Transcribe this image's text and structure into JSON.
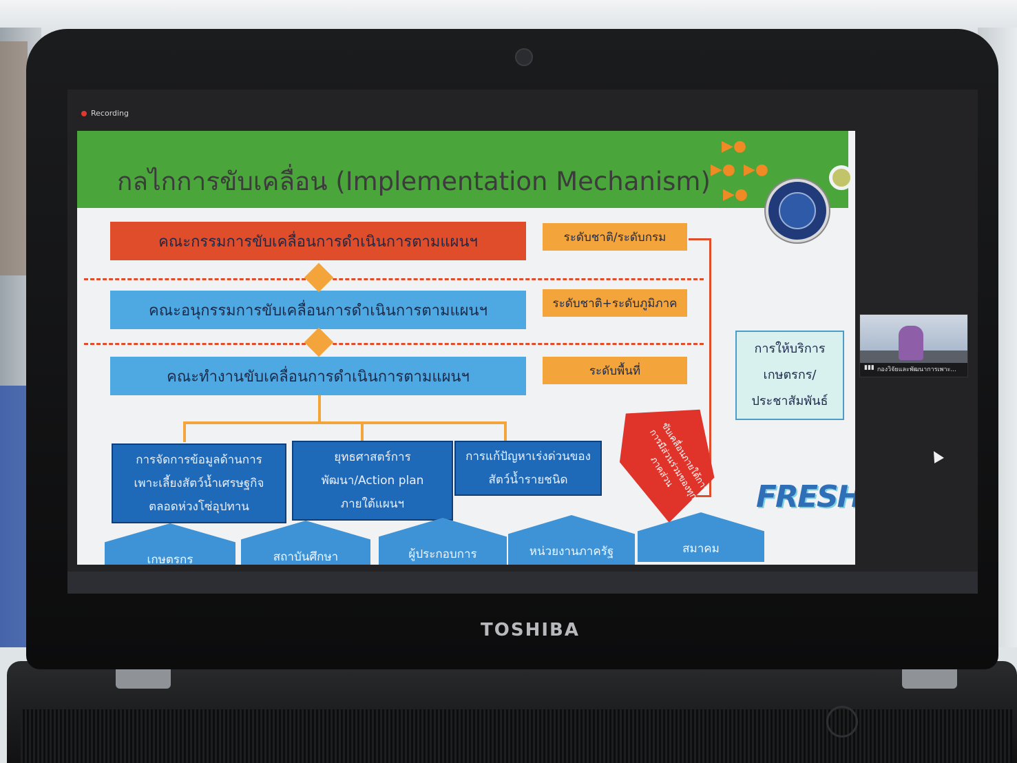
{
  "meeting": {
    "recording_label": "Recording",
    "participant_label": "กองวิจัยและพัฒนาการเพาะ..."
  },
  "slide": {
    "title": "กลไกการขับเคลื่อน (Implementation Mechanism)",
    "committees": [
      "คณะกรรมการขับเคลื่อนการดำเนินการตามแผนฯ",
      "คณะอนุกรรมการขับเคลื่อนการดำเนินการตามแผนฯ",
      "คณะทำงานขับเคลื่อนการดำเนินการตามแผนฯ"
    ],
    "levels": [
      "ระดับชาติ/ระดับกรม",
      "ระดับชาติ+ระดับภูมิภาค",
      "ระดับพื้นที่"
    ],
    "tasks": [
      [
        "การจัดการข้อมูลด้านการ",
        "เพาะเลี้ยงสัตว์น้ำเศรษฐกิจ",
        "ตลอดห่วงโซ่อุปทาน"
      ],
      [
        "ยุทธศาสตร์การ",
        "พัฒนา/Action plan",
        "ภายใต้แผนฯ"
      ],
      [
        "การแก้ปัญหาเร่งด่วนของ",
        "สัตว์น้ำรายชนิด"
      ]
    ],
    "service": [
      "การให้บริการ",
      "เกษตรกร/",
      "ประชาสัมพันธ์"
    ],
    "participation": [
      "ขับเคลื่อนภายใต้การ",
      "การมีส่วนร่วมของทุก",
      "ภาคส่วน"
    ],
    "stakeholders": [
      "เกษตรกร",
      "สถาบันศึกษา",
      "ผู้ประกอบการ",
      "หน่วยงานภาครัฐ",
      "สมาคม"
    ],
    "logo_text": "FRESH",
    "colors": {
      "header_green": "#4aa63a",
      "committee_red": "#e04d2a",
      "committee_blue": "#4ea9e2",
      "level_orange": "#f3a43b",
      "task_blue": "#1f6ab8",
      "house_blue": "#3e93d6"
    }
  },
  "laptop": {
    "brand": "TOSHIBA"
  }
}
